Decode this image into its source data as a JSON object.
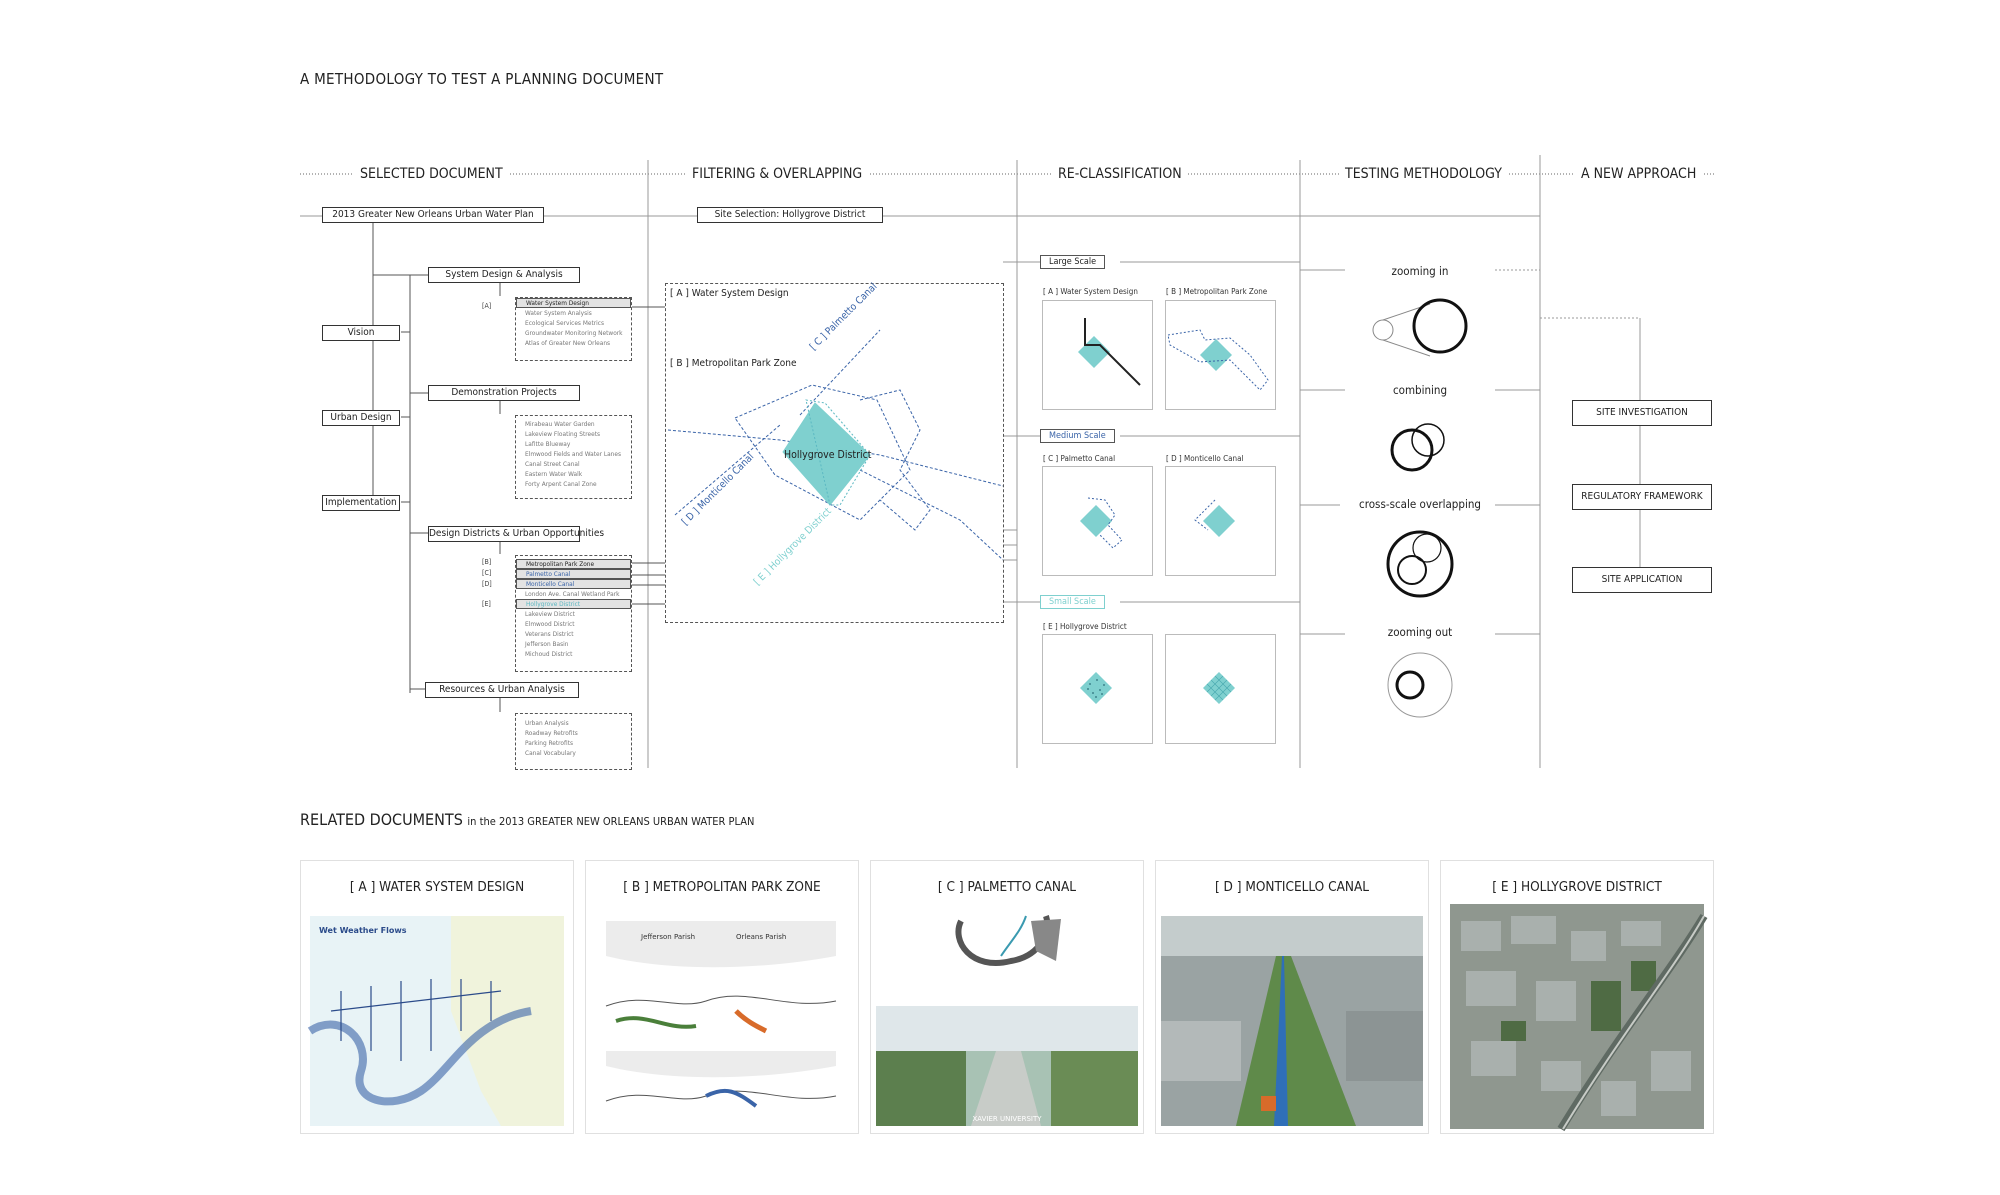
{
  "title": "A METHODOLOGY TO TEST A PLANNING DOCUMENT",
  "columns": {
    "selected": "SELECTED DOCUMENT",
    "filtering": "FILTERING & OVERLAPPING",
    "reclass": "RE-CLASSIFICATION",
    "testing": "TESTING METHODOLOGY",
    "approach": "A NEW APPROACH"
  },
  "selected": {
    "doc": "2013 Greater New Orleans Urban Water Plan",
    "levels": [
      "Vision",
      "Urban Design",
      "Implementation"
    ],
    "sections": [
      {
        "label": "System Design & Analysis",
        "tags": [
          "[A]"
        ],
        "items": [
          "Water System Design",
          "Water System Analysis",
          "Ecological Services Metrics",
          "Groundwater Monitoring Network",
          "Atlas of Greater New Orleans"
        ]
      },
      {
        "label": "Demonstration Projects",
        "tags": [],
        "items": [
          "Mirabeau Water Garden",
          "Lakeview Floating Streets",
          "Lafitte Blueway",
          "Elmwood Fields and Water Lanes",
          "Canal Street Canal",
          "Eastern Water Walk",
          "Forty Arpent Canal Zone"
        ]
      },
      {
        "label": "Design Districts & Urban Opportunities",
        "tags": [
          "[B]",
          "[C]",
          "[D]",
          "[E]"
        ],
        "items": [
          "Metropolitan Park Zone",
          "Palmetto Canal",
          "Monticello Canal",
          "London Ave. Canal Wetland Park",
          "Hollygrove District",
          "Lakeview District",
          "Elmwood District",
          "Veterans District",
          "Jefferson Basin",
          "Michoud District"
        ]
      },
      {
        "label": "Resources & Urban Analysis",
        "tags": [],
        "items": [
          "Urban Analysis",
          "Roadway Retrofits",
          "Parking Retrofits",
          "Canal Vocabulary"
        ]
      }
    ]
  },
  "filtering": {
    "site": "Site Selection: Hollygrove District",
    "map_a": "[ A ] Water System Design",
    "map_b": "[ B ] Metropolitan Park Zone",
    "map_c": "[ C ] Palmetto Canal",
    "map_d": "[ D ] Monticello Canal",
    "map_e": "[ E ] Hollygrove District",
    "center": "Hollygrove District"
  },
  "reclass": {
    "large": "Large Scale",
    "medium": "Medium Scale",
    "small": "Small Scale",
    "a": "[ A ]  Water System Design",
    "b": "[ B ]  Metropolitan Park Zone",
    "c": "[ C ]  Palmetto Canal",
    "d": "[ D ]  Monticello Canal",
    "e": "[ E ]  Hollygrove District"
  },
  "testing": {
    "zoom_in": "zooming in",
    "combining": "combining",
    "cross": "cross-scale overlapping",
    "zoom_out": "zooming out"
  },
  "approach": {
    "items": [
      "SITE INVESTIGATION",
      "REGULATORY FRAMEWORK",
      "SITE APPLICATION"
    ]
  },
  "related": {
    "title": "RELATED DOCUMENTS",
    "subtitle": "in the 2013 GREATER NEW ORLEANS URBAN WATER PLAN",
    "cards": [
      {
        "title": "[ A ] WATER SYSTEM DESIGN",
        "caption": "Wet Weather Flows"
      },
      {
        "title": "[ B ] METROPOLITAN PARK ZONE",
        "caption": "Jefferson Parish",
        "caption2": "Orleans Parish"
      },
      {
        "title": "[ C ] PALMETTO CANAL",
        "caption": "XAVIER UNIVERSITY"
      },
      {
        "title": "[ D ] MONTICELLO CANAL"
      },
      {
        "title": "[ E ] HOLLYGROVE DISTRICT"
      }
    ]
  },
  "colors": {
    "teal": "#7fd0cf",
    "blue": "#3a64a8",
    "line": "#333333"
  }
}
